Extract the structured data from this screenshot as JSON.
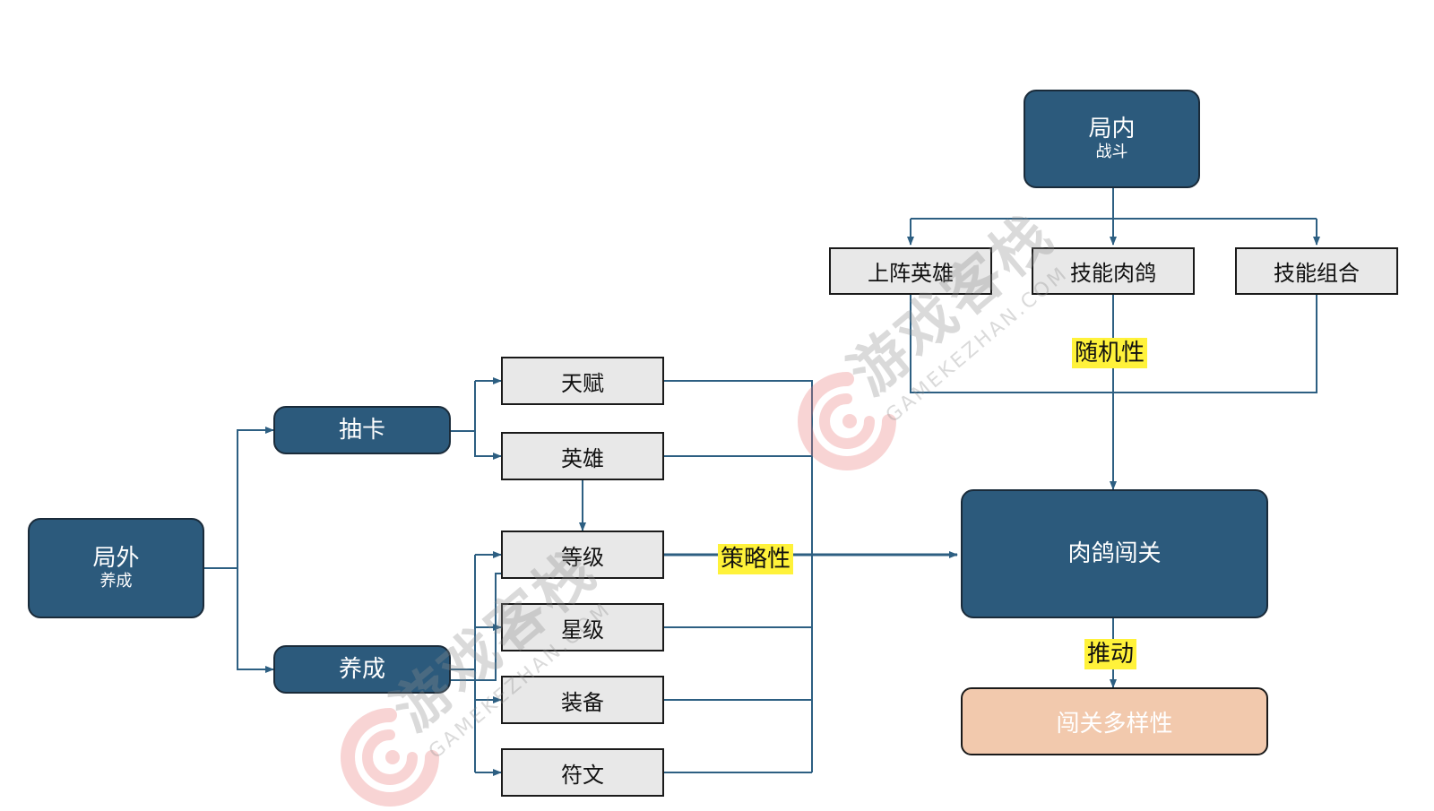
{
  "nodes": {
    "outer": {
      "title": "局外",
      "subtitle": "养成"
    },
    "gacha": {
      "label": "抽卡"
    },
    "cultivate": {
      "label": "养成"
    },
    "talent": {
      "label": "天赋"
    },
    "hero": {
      "label": "英雄"
    },
    "level": {
      "label": "等级"
    },
    "star": {
      "label": "星级"
    },
    "equipment": {
      "label": "装备"
    },
    "rune": {
      "label": "符文"
    },
    "inner": {
      "title": "局内",
      "subtitle": "战斗"
    },
    "deploy_heroes": {
      "label": "上阵英雄"
    },
    "skill_roguelike": {
      "label": "技能肉鸽"
    },
    "skill_combo": {
      "label": "技能组合"
    },
    "roguelike_levels": {
      "label": "肉鸽闯关"
    },
    "level_variety": {
      "label": "闯关多样性"
    }
  },
  "edge_labels": {
    "strategy": "策略性",
    "randomness": "随机性",
    "drive": "推动"
  },
  "watermark": {
    "cn": "游戏客栈",
    "en": "GAMEKEZHAN.COM"
  },
  "colors": {
    "dark_node": "#2c5a7c",
    "light_node": "#e8e8e8",
    "peach_node": "#f2c9ad",
    "connector": "#2d5f82",
    "highlight": "#fff23a"
  }
}
